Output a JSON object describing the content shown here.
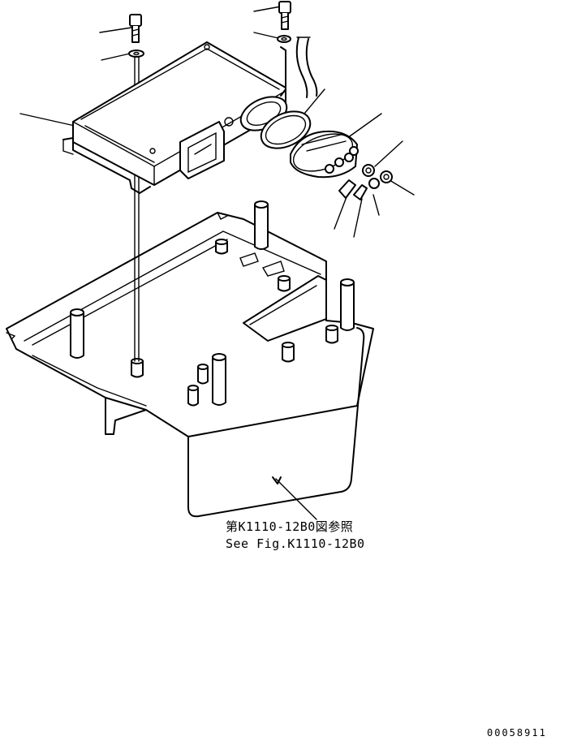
{
  "diagram": {
    "reference_note_ja": "第K1110-12B0図参照",
    "reference_note_en": "See Fig.K1110-12B0",
    "drawing_number": "00058911"
  },
  "colors": {
    "line": "#000000",
    "background": "#ffffff"
  },
  "parts": [
    "bolt-icon",
    "washer-icon",
    "controller-box-icon",
    "connector-plug-icon",
    "gasket-icon",
    "hose-icon",
    "spacer-icon",
    "bracket-plate-icon",
    "mounting-stud-icon"
  ]
}
